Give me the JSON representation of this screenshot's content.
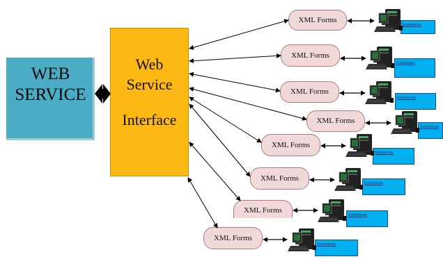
{
  "web_service": {
    "line1": "WEB",
    "line2": "SERVICE",
    "color": "#4bacc6"
  },
  "interface": {
    "line1": "Web",
    "line2": "Service",
    "line3": "Interface",
    "color": "#fdb813"
  },
  "form_label": "XML Forms",
  "institution_label": "Institutions",
  "forms": [
    {
      "label": "XML Forms"
    },
    {
      "label": "XML Forms"
    },
    {
      "label": "XML Forms"
    },
    {
      "label": "XML Forms"
    },
    {
      "label": "XML Forms"
    },
    {
      "label": "XML Forms"
    },
    {
      "label": "XML Forms"
    },
    {
      "label": "XML Forms"
    }
  ],
  "institutions": [
    {
      "label": "Institutions"
    },
    {
      "label": "Institutions"
    },
    {
      "label": "Institutions"
    },
    {
      "label": "Institutions"
    },
    {
      "label": "Institutions"
    },
    {
      "label": "Institutions"
    },
    {
      "label": "Institutions"
    },
    {
      "label": "Institutions"
    }
  ],
  "icons": {
    "computer": "computer-icon",
    "double_arrow": "double-arrow-icon"
  }
}
